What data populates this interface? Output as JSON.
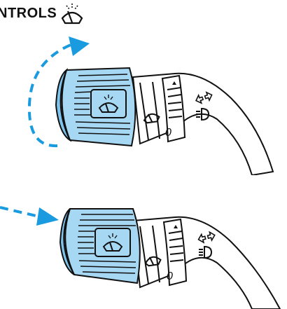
{
  "header": {
    "title": "NTROLS",
    "icon": "windshield-wiper-washer-icon"
  },
  "colors": {
    "accent": "#1a9be0",
    "knob_fill": "#a6d8f4",
    "line": "#111111"
  },
  "stalk": {
    "label_zero": "0",
    "icons": [
      "windshield-wiper-washer-icon",
      "wiper-icon",
      "headlamp-icon",
      "turn-signal-arrows-icon"
    ]
  },
  "panels": [
    {
      "name": "rotate-knob",
      "action": "rotate"
    },
    {
      "name": "push-knob",
      "action": "push"
    }
  ]
}
